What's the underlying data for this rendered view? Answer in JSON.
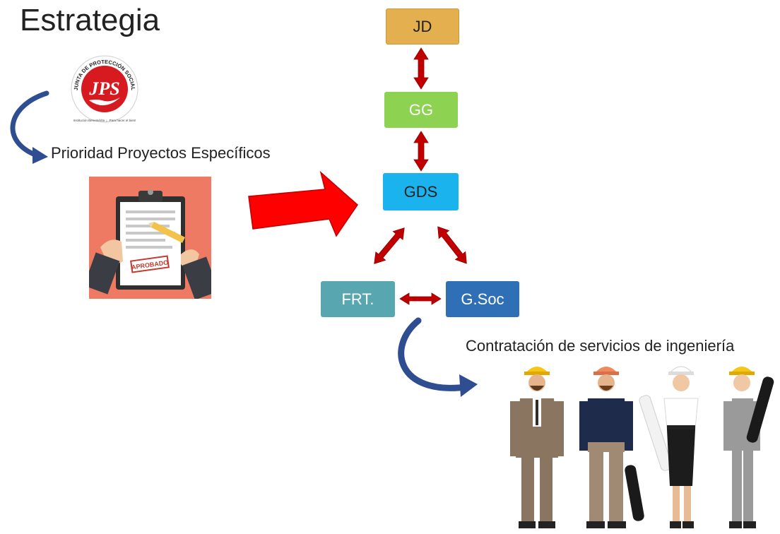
{
  "title": "Estrategia",
  "logo": {
    "ring_text": "JUNTA DE PROTECCIÓN SOCIAL",
    "monogram": "JPS",
    "bottom_text": "Institución Benemérita  ¡...Para hacer el bien!"
  },
  "captions": {
    "priority": "Prioridad Proyectos Específicos",
    "hiring": "Contratación de servicios de ingeniería"
  },
  "clipboard": {
    "stamp": "APROBADO"
  },
  "nodes": {
    "jd": "JD",
    "gg": "GG",
    "gds": "GDS",
    "frt": "FRT.",
    "gsoc": "G.Soc"
  },
  "colors": {
    "jd": "#e4b04f",
    "gg": "#8ed252",
    "gds": "#1ab3ee",
    "frt": "#58a7b0",
    "gsoc": "#2f6fb6",
    "link_arrow": "#c00000",
    "flow_arrow": "#ff0000",
    "curved_arrow": "#2f4e91"
  }
}
